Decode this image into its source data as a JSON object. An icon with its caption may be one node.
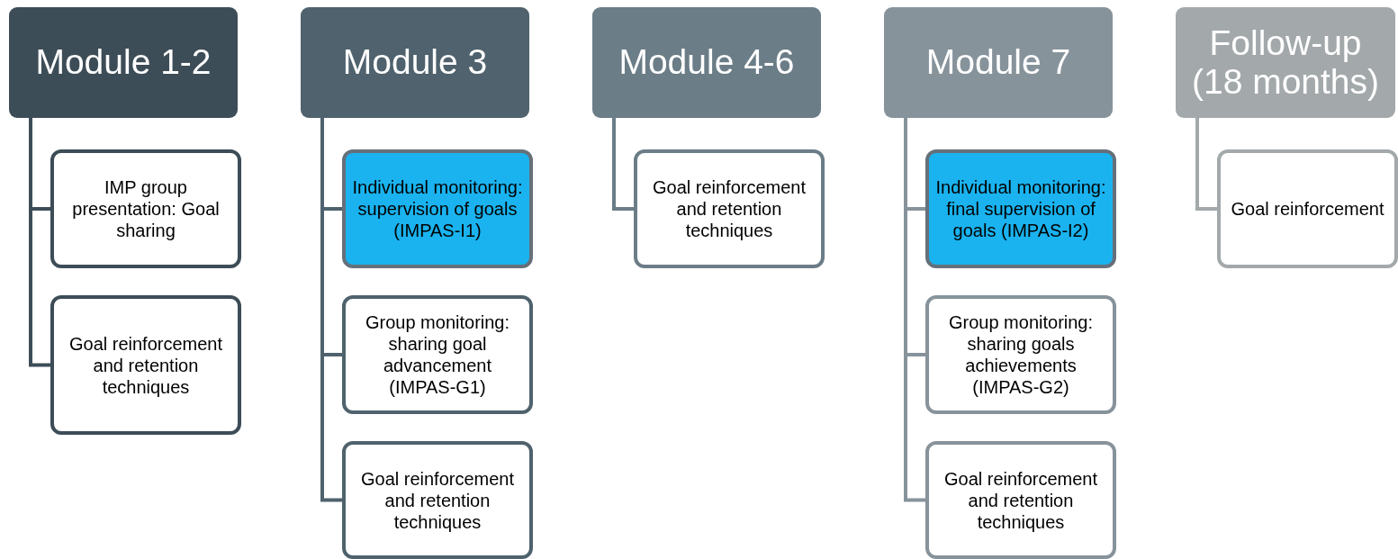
{
  "diagram": {
    "nodes": [
      {
        "text": [
          "Module 1-2"
        ]
      },
      {
        "text": [
          "IMP group presentation: Goal sharing"
        ]
      },
      {
        "text": [
          "Goal reinforcement and retention techniques"
        ]
      },
      {
        "text": [
          "Module 3"
        ]
      },
      {
        "text": [
          "Individual monitoring: supervision of goals  (IMPAS-I1)"
        ]
      },
      {
        "text": [
          "Group monitoring: sharing goal advancement (IMPAS-G1)"
        ]
      },
      {
        "text": [
          "Goal reinforcement and retention techniques"
        ]
      },
      {
        "text": [
          "Module 4-6"
        ]
      },
      {
        "text": [
          "Goal reinforcement and retention techniques"
        ]
      },
      {
        "text": [
          "Module 7"
        ]
      },
      {
        "text": [
          "Individual monitoring: final supervision of goals (IMPAS-I2)"
        ]
      },
      {
        "text": [
          "Group monitoring: sharing goals achievements (IMPAS-G2)"
        ]
      },
      {
        "text": [
          "Goal reinforcement and retention techniques"
        ]
      },
      {
        "text": [
          "Follow-up (18 months)"
        ]
      },
      {
        "text": [
          "Goal reinforcement"
        ]
      }
    ],
    "edges": [
      {
        "from": 0,
        "to": 1,
        "arrow": "none"
      },
      {
        "from": 0,
        "to": 2,
        "arrow": "none"
      },
      {
        "from": 3,
        "to": 4,
        "arrow": "none"
      },
      {
        "from": 3,
        "to": 5,
        "arrow": "none"
      },
      {
        "from": 3,
        "to": 6,
        "arrow": "none"
      },
      {
        "from": 7,
        "to": 8,
        "arrow": "none"
      },
      {
        "from": 9,
        "to": 10,
        "arrow": "none"
      },
      {
        "from": 9,
        "to": 11,
        "arrow": "none"
      },
      {
        "from": 9,
        "to": 12,
        "arrow": "none"
      },
      {
        "from": 13,
        "to": 14,
        "arrow": "none"
      }
    ]
  }
}
